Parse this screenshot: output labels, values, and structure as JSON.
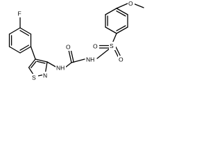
{
  "atoms": {
    "fluorine": "F",
    "sulfur_thiazole": "S",
    "nitrogen_thiazole": "N",
    "amine_nh": "NH",
    "carbonyl_oxygen": "O",
    "sulfonamide_nh": "NH",
    "sulfonyl_sulfur": "S",
    "sulfonyl_oxygen_left": "O",
    "sulfonyl_oxygen_right": "O",
    "methoxy_oxygen": "O"
  }
}
